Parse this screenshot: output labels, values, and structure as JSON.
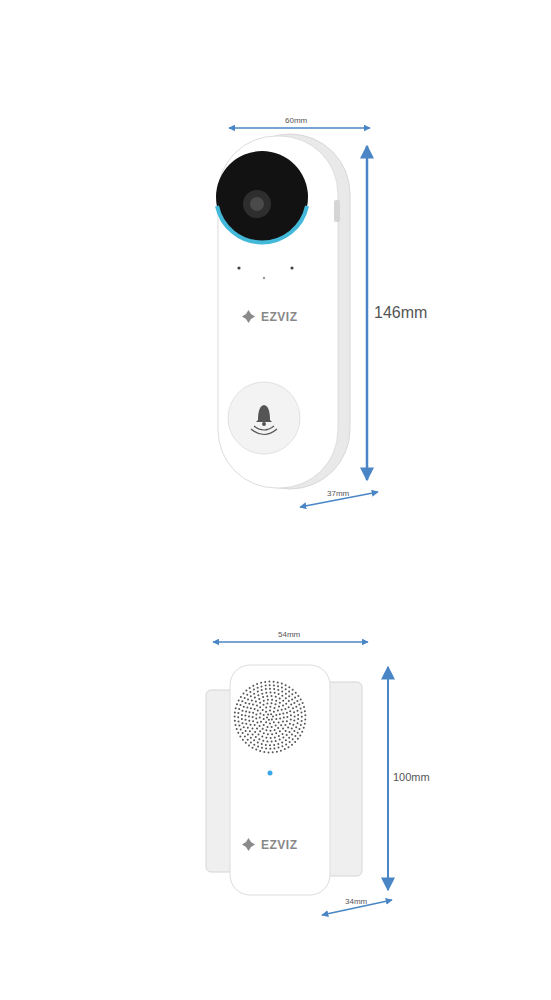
{
  "diagram": {
    "labels": [
      "60mm",
      "146mm",
      "37mm",
      "EZVIZ",
      "54mm",
      "100mm",
      "34mm",
      "EZVIZ"
    ]
  }
}
